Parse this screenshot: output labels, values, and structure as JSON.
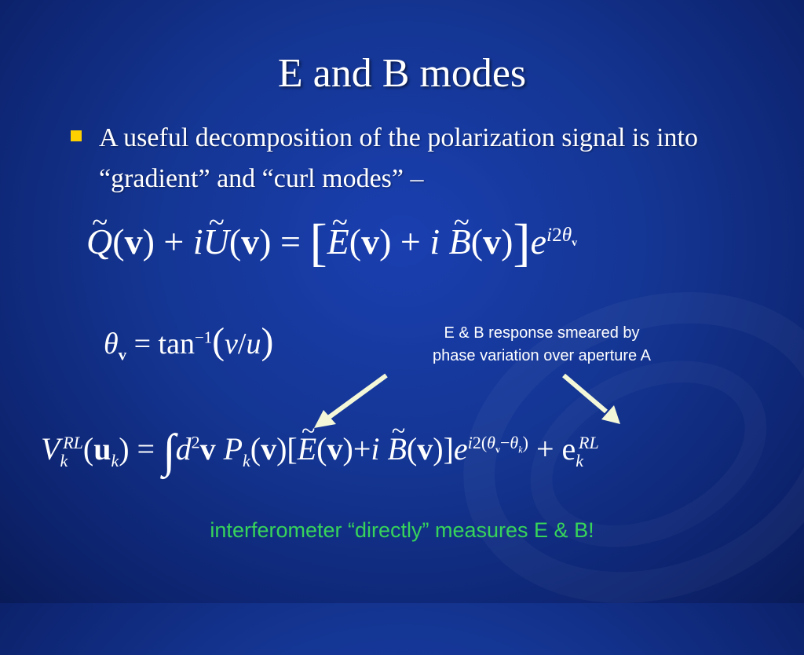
{
  "slide": {
    "title": "E and B modes",
    "bullet": "A useful decomposition of the polarization signal is into “gradient” and “curl modes” –",
    "annotation_line1": "E & B response smeared by",
    "annotation_line2": "phase variation over aperture A",
    "conclusion": "interferometer “directly” measures E & B!"
  },
  "colors": {
    "background": "#143592",
    "bullet_marker": "#ffd000",
    "conclusion_text": "#37d45a",
    "arrow": "#f4f8d8"
  },
  "icons": [
    "square-bullet-icon",
    "arrow-icon"
  ]
}
